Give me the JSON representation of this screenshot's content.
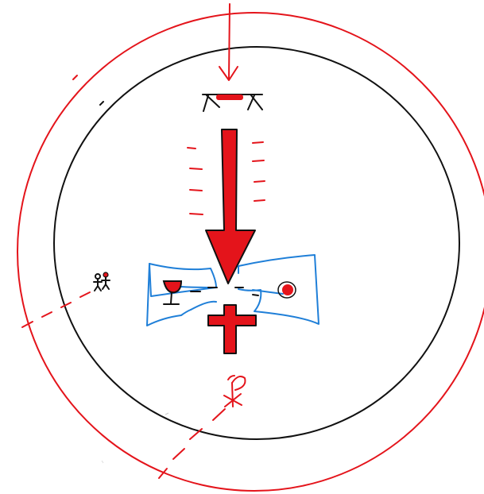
{
  "colors": {
    "red": "#e4141b",
    "blue": "#1f7fd8",
    "black": "#111111",
    "background": "#ffffff"
  },
  "icons": {
    "outer_ring": "circle",
    "inner_ring": "circle",
    "entry_arrow": "arrow-down",
    "central_arrow": "large-arrow-down",
    "altar_table": "table",
    "cross": "cross",
    "chi_rho": "chi-rho",
    "wine_glass": "chalice",
    "host": "dot",
    "people": "stick-figures"
  }
}
